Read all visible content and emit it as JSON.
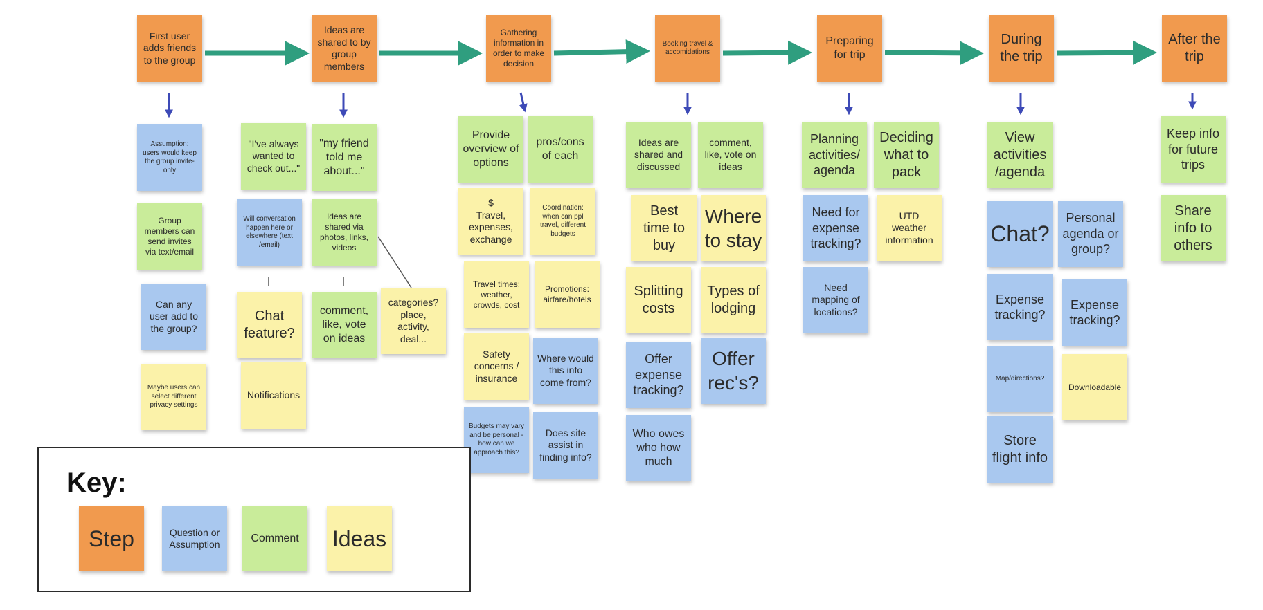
{
  "colors": {
    "step": "#f19a4e",
    "question": "#a9c8ef",
    "comment": "#c9ec9a",
    "idea": "#fbf2a9",
    "flow_arrow": "#2f9e7f",
    "down_arrow": "#3d4ab7"
  },
  "steps": [
    "First user adds friends to the group",
    "Ideas are shared to by group members",
    "Gathering information in order to make decision",
    "Booking travel & accomidations",
    "Preparing for trip",
    "During the trip",
    "After the trip"
  ],
  "notes": [
    {
      "id": "s1q1",
      "text": "Assumption: users would keep the group invite-only",
      "type": "question"
    },
    {
      "id": "s1c1",
      "text": "Group members can send invites via text/email",
      "type": "comment"
    },
    {
      "id": "s1q2",
      "text": "Can any user add to the group?",
      "type": "question"
    },
    {
      "id": "s1i1",
      "text": "Maybe users can select different privacy settings",
      "type": "idea"
    },
    {
      "id": "s2c1",
      "text": "\"I've always wanted to check out...\"",
      "type": "comment"
    },
    {
      "id": "s2c2",
      "text": "\"my friend told me about...\"",
      "type": "comment"
    },
    {
      "id": "s2q1",
      "text": "Will conversation happen here or elsewhere (text /email)",
      "type": "question"
    },
    {
      "id": "s2c3",
      "text": "Ideas are shared via photos, links, videos",
      "type": "comment"
    },
    {
      "id": "s2i1",
      "text": "Chat feature?",
      "type": "idea"
    },
    {
      "id": "s2c4",
      "text": "comment, like, vote on ideas",
      "type": "comment"
    },
    {
      "id": "s2i2",
      "text": "categories? place, activity, deal...",
      "type": "idea"
    },
    {
      "id": "s2i3",
      "text": "Notifications",
      "type": "idea"
    },
    {
      "id": "s3c1",
      "text": "Provide overview of options",
      "type": "comment"
    },
    {
      "id": "s3c2",
      "text": "pros/cons of each",
      "type": "comment"
    },
    {
      "id": "s3i1",
      "text": "$\nTravel, expenses, exchange",
      "type": "idea"
    },
    {
      "id": "s3i2",
      "text": "Coordination: when can ppl travel, different budgets",
      "type": "idea"
    },
    {
      "id": "s3i3",
      "text": "Travel times: weather, crowds, cost",
      "type": "idea"
    },
    {
      "id": "s3i4",
      "text": "Promotions: airfare/hotels",
      "type": "idea"
    },
    {
      "id": "s3i5",
      "text": "Safety concerns / insurance",
      "type": "idea"
    },
    {
      "id": "s3q1",
      "text": "Where would this info come from?",
      "type": "question"
    },
    {
      "id": "s3q2",
      "text": "Budgets may vary and be personal - how can we approach this?",
      "type": "question"
    },
    {
      "id": "s3q3",
      "text": "Does site assist in finding info?",
      "type": "question"
    },
    {
      "id": "s4c1",
      "text": "Ideas are shared and discussed",
      "type": "comment"
    },
    {
      "id": "s4c2",
      "text": "comment, like, vote on ideas",
      "type": "comment"
    },
    {
      "id": "s4i1",
      "text": "Best time to buy",
      "type": "idea"
    },
    {
      "id": "s4i2",
      "text": "Where to stay",
      "type": "idea"
    },
    {
      "id": "s4i3",
      "text": "Splitting costs",
      "type": "idea"
    },
    {
      "id": "s4i4",
      "text": "Types of lodging",
      "type": "idea"
    },
    {
      "id": "s4q1",
      "text": "Offer expense tracking?",
      "type": "question"
    },
    {
      "id": "s4q2",
      "text": "Offer rec's?",
      "type": "question"
    },
    {
      "id": "s4q3",
      "text": "Who owes who how much",
      "type": "question"
    },
    {
      "id": "s5c1",
      "text": "Planning activities/ agenda",
      "type": "comment"
    },
    {
      "id": "s5c2",
      "text": "Deciding what to pack",
      "type": "comment"
    },
    {
      "id": "s5q1",
      "text": "Need for expense tracking?",
      "type": "question"
    },
    {
      "id": "s5i1",
      "text": "UTD weather information",
      "type": "idea"
    },
    {
      "id": "s5q2",
      "text": "Need mapping of locations?",
      "type": "question"
    },
    {
      "id": "s6c1",
      "text": "View activities /agenda",
      "type": "comment"
    },
    {
      "id": "s6q1",
      "text": "Chat?",
      "type": "question"
    },
    {
      "id": "s6q2",
      "text": "Personal agenda or group?",
      "type": "question"
    },
    {
      "id": "s6q3",
      "text": "Expense tracking?",
      "type": "question"
    },
    {
      "id": "s6q4",
      "text": "Expense tracking?",
      "type": "question"
    },
    {
      "id": "s6q5",
      "text": "Map/directions?",
      "type": "question"
    },
    {
      "id": "s6i1",
      "text": "Downloadable",
      "type": "idea"
    },
    {
      "id": "s6q6",
      "text": "Store flight info",
      "type": "question"
    },
    {
      "id": "s7c1",
      "text": "Keep info for future trips",
      "type": "comment"
    },
    {
      "id": "s7c2",
      "text": "Share info to others",
      "type": "comment"
    }
  ],
  "key": {
    "title": "Key:",
    "items": [
      {
        "label": "Step",
        "type": "step"
      },
      {
        "label": "Question or Assumption",
        "type": "question"
      },
      {
        "label": "Comment",
        "type": "comment"
      },
      {
        "label": "Ideas",
        "type": "idea"
      }
    ]
  }
}
